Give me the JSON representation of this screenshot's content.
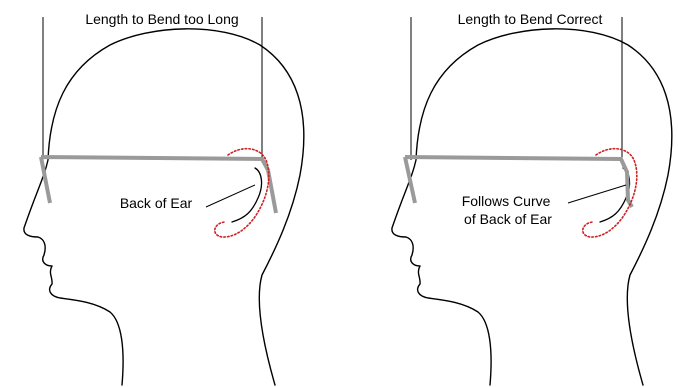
{
  "panels": [
    {
      "title": "Length to Bend too Long",
      "ear_label_lines": [
        "Back of Ear"
      ]
    },
    {
      "title": "Length to Bend Correct",
      "ear_label_lines": [
        "Follows Curve",
        "of Back of Ear"
      ]
    }
  ],
  "colors": {
    "frame": "#9a9a9a",
    "ear_outline": "#cc2222",
    "line": "#000000",
    "background": "#ffffff"
  }
}
